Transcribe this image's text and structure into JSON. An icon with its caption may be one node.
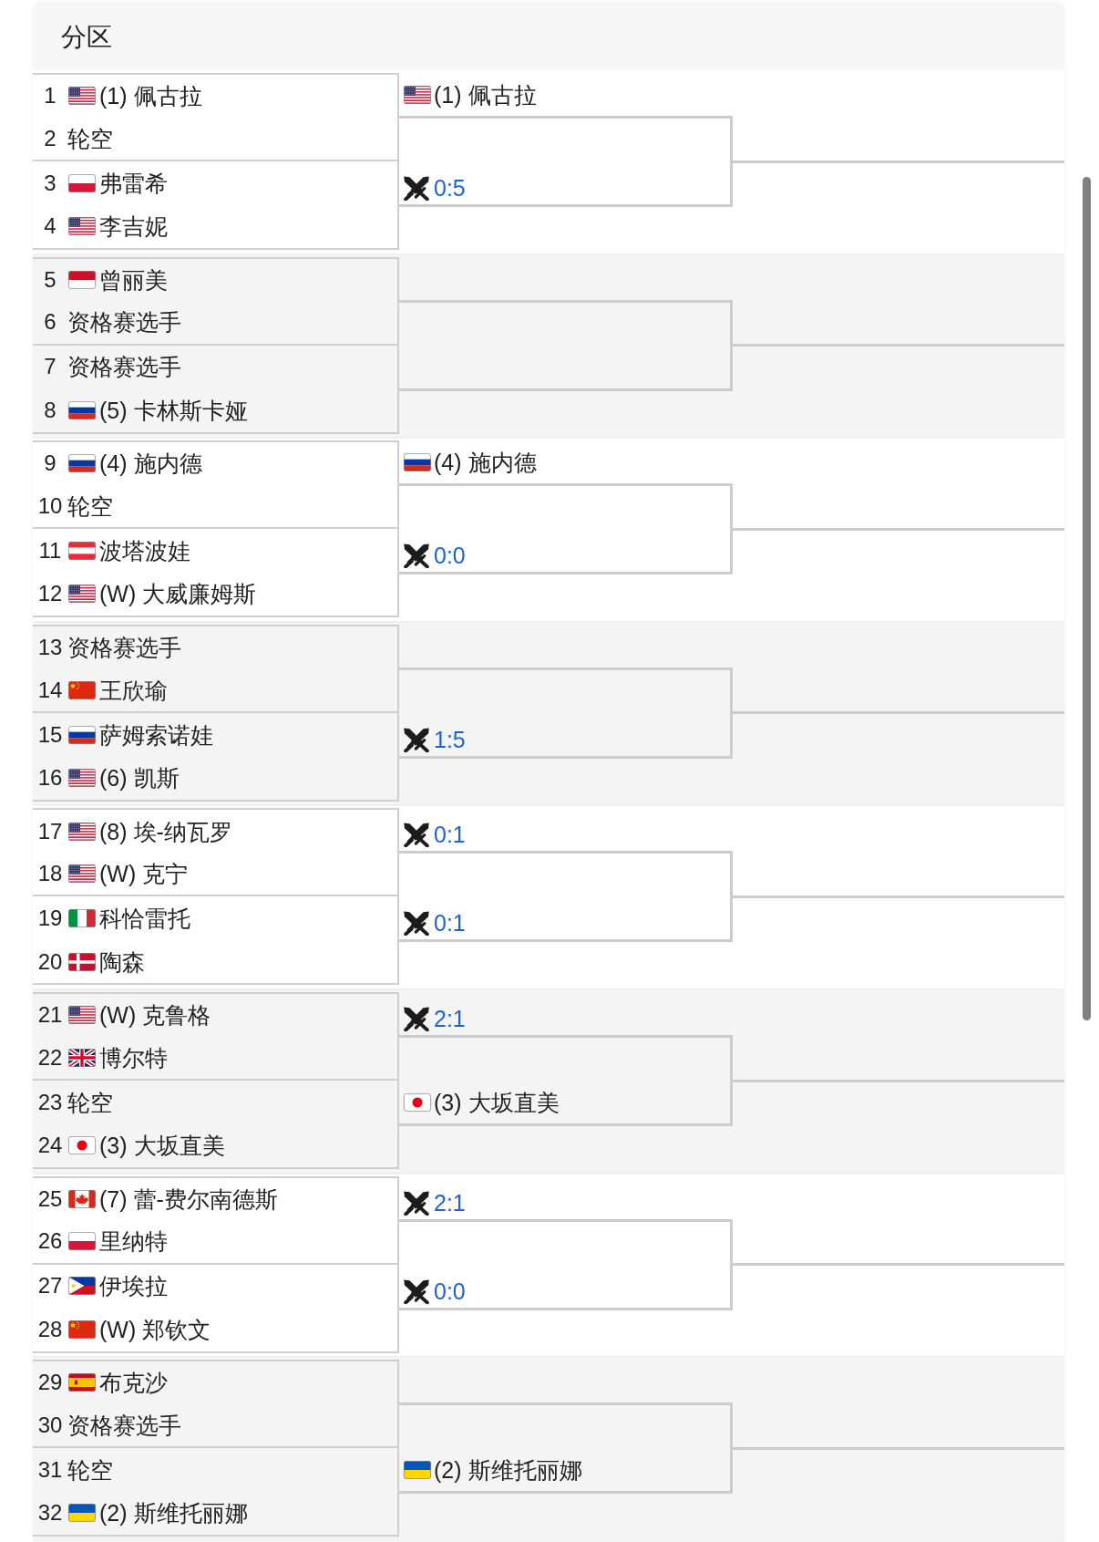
{
  "diagram": {
    "title": "分区",
    "nodes": [
      {
        "text": [
          "1",
          "(1) 佩古拉",
          "2",
          "轮空"
        ]
      },
      {
        "text": [
          "3",
          "弗雷希",
          "4",
          "李吉妮"
        ]
      },
      {
        "text": [
          "(1) 佩古拉"
        ]
      },
      {
        "text": [
          "0:5"
        ]
      },
      {
        "text": [],
        "shape": "line"
      },
      {
        "text": [
          "5",
          "曾丽美",
          "6",
          "资格赛选手"
        ]
      },
      {
        "text": [
          "7",
          "资格赛选手",
          "8",
          "(5) 卡林斯卡娅"
        ]
      },
      {
        "text": [],
        "shape": "line"
      },
      {
        "text": [],
        "shape": "line"
      },
      {
        "text": [],
        "shape": "line"
      },
      {
        "text": [
          "9",
          "(4) 施内德",
          "10",
          "轮空"
        ]
      },
      {
        "text": [
          "11",
          "波塔波娃",
          "12",
          "(W) 大威廉姆斯"
        ]
      },
      {
        "text": [
          "(4) 施内德"
        ]
      },
      {
        "text": [
          "0:0"
        ]
      },
      {
        "text": [],
        "shape": "line"
      },
      {
        "text": [
          "13",
          "资格赛选手",
          "14",
          "王欣瑜"
        ]
      },
      {
        "text": [
          "15",
          "萨姆索诺娃",
          "16",
          "(6) 凯斯"
        ]
      },
      {
        "text": [],
        "shape": "line"
      },
      {
        "text": [
          "1:5"
        ]
      },
      {
        "text": [],
        "shape": "line"
      },
      {
        "text": [
          "17",
          "(8) 埃-纳瓦罗",
          "18",
          "(W) 克宁"
        ]
      },
      {
        "text": [
          "19",
          "科恰雷托",
          "20",
          "陶森"
        ]
      },
      {
        "text": [
          "0:1"
        ]
      },
      {
        "text": [
          "0:1"
        ]
      },
      {
        "text": [],
        "shape": "line"
      },
      {
        "text": [
          "21",
          "(W) 克鲁格",
          "22",
          "博尔特"
        ]
      },
      {
        "text": [
          "23",
          "轮空",
          "24",
          "(3) 大坂直美"
        ]
      },
      {
        "text": [
          "2:1"
        ]
      },
      {
        "text": [
          "(3) 大坂直美"
        ]
      },
      {
        "text": [],
        "shape": "line"
      },
      {
        "text": [
          "25",
          "(7) 蕾-费尔南德斯",
          "26",
          "里纳特"
        ]
      },
      {
        "text": [
          "27",
          "伊埃拉",
          "28",
          "(W) 郑钦文"
        ]
      },
      {
        "text": [
          "2:1"
        ]
      },
      {
        "text": [
          "0:0"
        ]
      },
      {
        "text": [],
        "shape": "line"
      },
      {
        "text": [
          "29",
          "布克沙",
          "30",
          "资格赛选手"
        ]
      },
      {
        "text": [
          "31",
          "轮空",
          "32",
          "(2) 斯维托丽娜"
        ]
      },
      {
        "text": [],
        "shape": "line"
      },
      {
        "text": [
          "(2) 斯维托丽娜"
        ]
      },
      {
        "text": [],
        "shape": "line"
      }
    ],
    "edges": [
      {
        "from": 2,
        "to": 4,
        "arrow": "none"
      },
      {
        "from": 3,
        "to": 4,
        "arrow": "none"
      },
      {
        "from": 7,
        "to": 9,
        "arrow": "none"
      },
      {
        "from": 8,
        "to": 9,
        "arrow": "none"
      },
      {
        "from": 12,
        "to": 14,
        "arrow": "none"
      },
      {
        "from": 13,
        "to": 14,
        "arrow": "none"
      },
      {
        "from": 17,
        "to": 19,
        "arrow": "none"
      },
      {
        "from": 18,
        "to": 19,
        "arrow": "none"
      },
      {
        "from": 22,
        "to": 24,
        "arrow": "none"
      },
      {
        "from": 23,
        "to": 24,
        "arrow": "none"
      },
      {
        "from": 27,
        "to": 29,
        "arrow": "none"
      },
      {
        "from": 28,
        "to": 29,
        "arrow": "none"
      },
      {
        "from": 32,
        "to": 34,
        "arrow": "none"
      },
      {
        "from": 33,
        "to": 34,
        "arrow": "none"
      },
      {
        "from": 37,
        "to": 39,
        "arrow": "none"
      },
      {
        "from": 38,
        "to": 39,
        "arrow": "none"
      }
    ]
  }
}
